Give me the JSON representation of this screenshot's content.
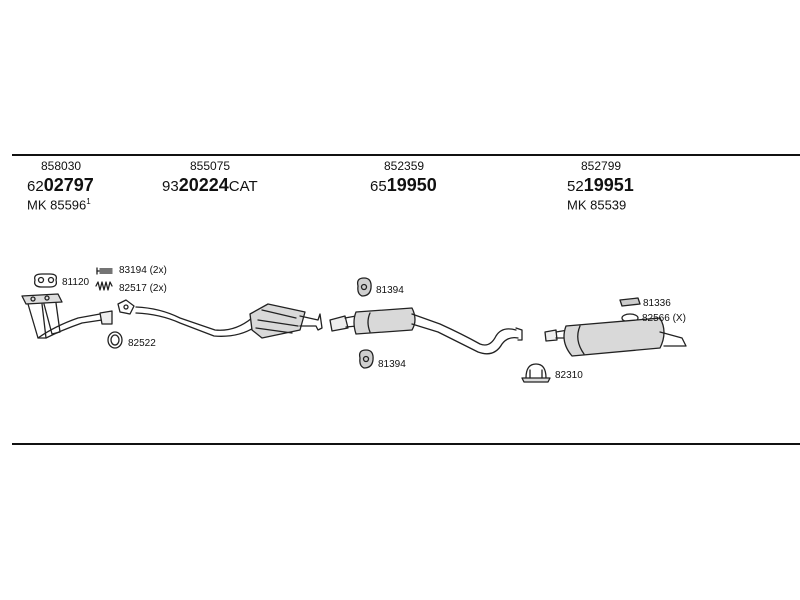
{
  "groups": [
    {
      "ref": "858030",
      "code_prefix": "62",
      "code_main": "02797",
      "code_suffix": "",
      "mk": "MK 85596",
      "mk_sup": "1"
    },
    {
      "ref": "855075",
      "code_prefix": "93",
      "code_main": "20224",
      "code_suffix": "CAT",
      "mk": "",
      "mk_sup": ""
    },
    {
      "ref": "852359",
      "code_prefix": "65",
      "code_main": "19950",
      "code_suffix": "",
      "mk": "",
      "mk_sup": ""
    },
    {
      "ref": "852799",
      "code_prefix": "52",
      "code_main": "19951",
      "code_suffix": "",
      "mk": "MK 85539",
      "mk_sup": ""
    }
  ],
  "parts": {
    "p81120": "81120",
    "p83194": "83194 (2x)",
    "p82517": "82517 (2x)",
    "p82522": "82522",
    "p81394a": "81394",
    "p81394b": "81394",
    "p81336": "81336",
    "p82566": "82566 (X)",
    "p82310": "82310"
  }
}
